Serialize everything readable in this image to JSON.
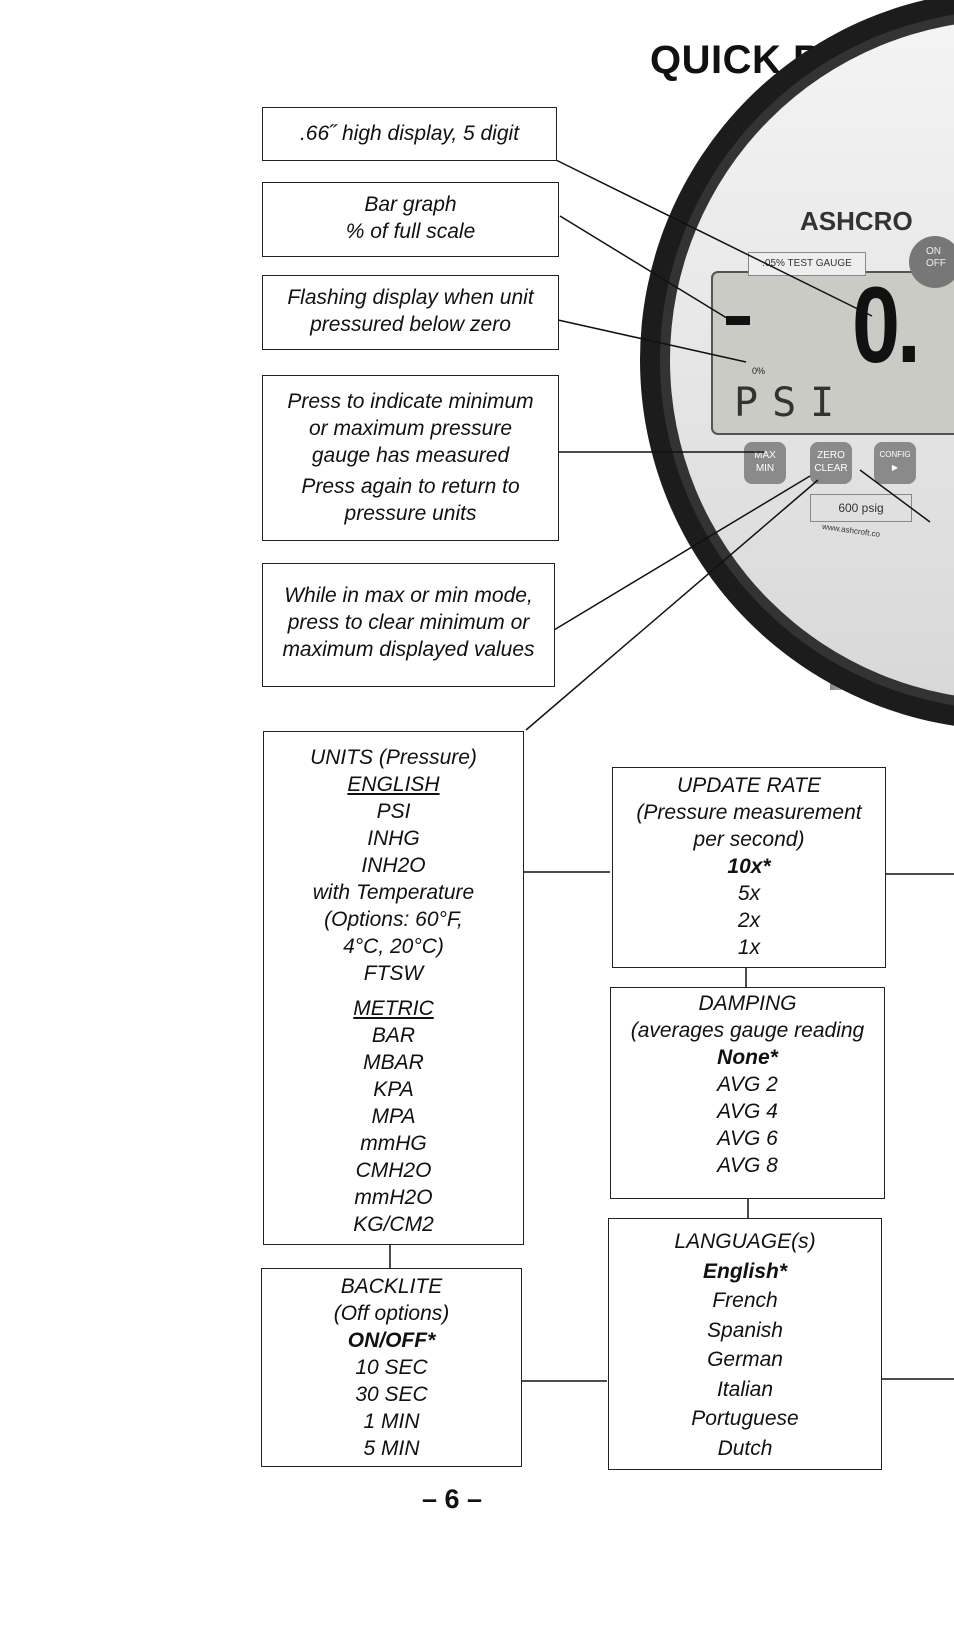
{
  "header": {
    "title": "QUICK REFE"
  },
  "gauge": {
    "brand": "ASHCRO",
    "badge": ".05% TEST GAUGE",
    "onoff_label": [
      "ON",
      "OFF"
    ],
    "zero_indicator": "0%",
    "unit_display": "PSI",
    "reading": "0.",
    "buttons": {
      "maxmin": [
        "MAX",
        "MIN"
      ],
      "zero_clear": [
        "ZERO",
        "CLEAR"
      ],
      "config": "CONFIG"
    },
    "range_label": "600 psig",
    "url": "www.ashcroft.co"
  },
  "callouts": {
    "display": ".66˝ high display, 5 digit",
    "bargraph": [
      "Bar graph",
      "% of full scale"
    ],
    "flashing": [
      "Flashing display when unit",
      "pressured below zero"
    ],
    "maxmin": [
      "Press to indicate minimum",
      "or maximum pressure",
      "gauge has measured",
      "Press again to return to",
      "pressure units"
    ],
    "clear": [
      "While in max or min mode,",
      "press to clear minimum or",
      "maximum displayed values"
    ]
  },
  "units": {
    "title": "UNITS (Pressure)",
    "english_header": "ENGLISH",
    "english": [
      "PSI",
      "INHG",
      "INH2O",
      "with Temperature",
      "(Options: 60°F,",
      "4°C, 20°C)",
      "FTSW"
    ],
    "metric_header": "METRIC",
    "metric": [
      "BAR",
      "MBAR",
      "KPA",
      "MPA",
      "mmHG",
      "CMH2O",
      "mmH2O",
      "KG/CM2"
    ]
  },
  "update_rate": {
    "title": "UPDATE RATE",
    "subtitle": [
      "(Pressure measurement",
      "per second)"
    ],
    "default": "10x*",
    "options": [
      "5x",
      "2x",
      "1x"
    ]
  },
  "damping": {
    "title": "DAMPING",
    "subtitle": "(averages gauge reading",
    "default": "None*",
    "options": [
      "AVG 2",
      "AVG 4",
      "AVG 6",
      "AVG 8"
    ]
  },
  "backlite": {
    "title": "BACKLITE",
    "subtitle": "(Off options)",
    "default": "ON/OFF*",
    "options": [
      "10 SEC",
      "30 SEC",
      "1 MIN",
      "5 MIN"
    ]
  },
  "language": {
    "title": "LANGUAGE(s)",
    "default": "English*",
    "options": [
      "French",
      "Spanish",
      "German",
      "Italian",
      "Portuguese",
      "Dutch"
    ]
  },
  "footer": {
    "page": "– 6 –"
  }
}
